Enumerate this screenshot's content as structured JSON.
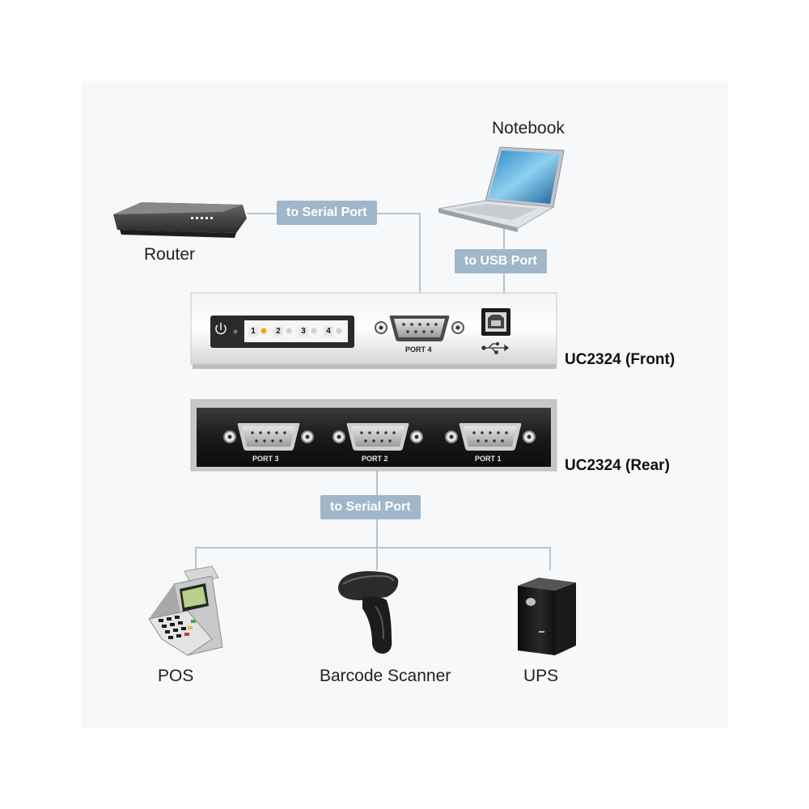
{
  "devices": {
    "notebook": "Notebook",
    "router": "Router",
    "pos": "POS",
    "barcode_scanner": "Barcode Scanner",
    "ups": "UPS"
  },
  "connections": {
    "router_link": "to Serial Port",
    "notebook_link": "to USB Port",
    "rear_link": "to Serial Port"
  },
  "hub": {
    "front_label": "UC2324 (Front)",
    "rear_label": "UC2324 (Rear)",
    "front_port": "PORT 4",
    "rear_ports": [
      "PORT 3",
      "PORT 2",
      "PORT 1"
    ],
    "leds": [
      "1",
      "2",
      "3",
      "4"
    ]
  },
  "colors": {
    "connector_line": "#9fb2c2",
    "label_pill": "#9fb7c9",
    "led_active": "#f2a81d"
  }
}
